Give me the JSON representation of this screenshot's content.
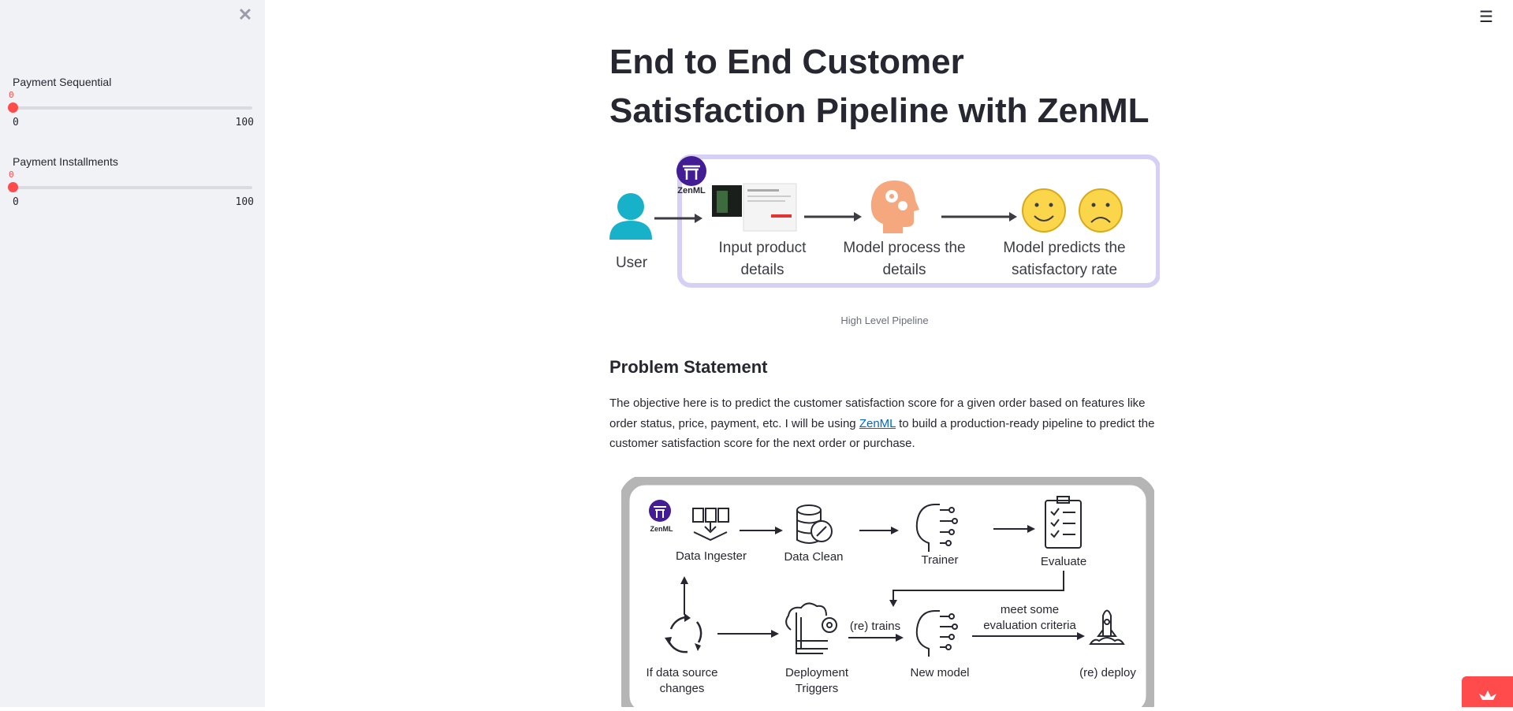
{
  "sidebar": {
    "close_icon": "close-icon",
    "sliders": [
      {
        "label": "Payment Sequential",
        "value": "0",
        "min": "0",
        "max": "100",
        "fraction": 0
      },
      {
        "label": "Payment Installments",
        "value": "0",
        "min": "0",
        "max": "100",
        "fraction": 0
      }
    ]
  },
  "header": {
    "menu_icon": "hamburger-menu-icon"
  },
  "main": {
    "title": "End to End Customer Satisfaction Pipeline with ZenML",
    "figure1": {
      "caption": "High Level Pipeline",
      "logo_text": "ZenML",
      "user_label": "User",
      "step1_line1": "Input product",
      "step1_line2": "details",
      "step2_line1": "Model process the",
      "step2_line2": "details",
      "step3_line1": "Model predicts the",
      "step3_line2": "satisfactory rate"
    },
    "problem_heading": "Problem Statement",
    "paragraph": {
      "before_link": "The objective here is to predict the customer satisfaction score for a given order based on features like order status, price, payment, etc. I will be using ",
      "link_text": "ZenML",
      "after_link": " to build a production-ready pipeline to predict the customer satisfaction score for the next order or purchase."
    },
    "figure2": {
      "logo_text": "ZenML",
      "data_ingester": "Data Ingester",
      "data_clean": "Data Clean",
      "trainer": "Trainer",
      "evaluate": "Evaluate",
      "if_line1": "If data source",
      "if_line2": "changes",
      "deploy_line1": "Deployment",
      "deploy_line2": "Triggers",
      "retrains": "(re) trains",
      "new_model": "New model",
      "criteria_line1": "meet some",
      "criteria_line2": "evaluation criteria",
      "redeploy": "(re) deploy"
    }
  },
  "colors": {
    "accent": "#ff4b4b",
    "sidebar_bg": "#f0f2f6",
    "link": "#0068c9",
    "zenml_purple": "#431d93"
  }
}
